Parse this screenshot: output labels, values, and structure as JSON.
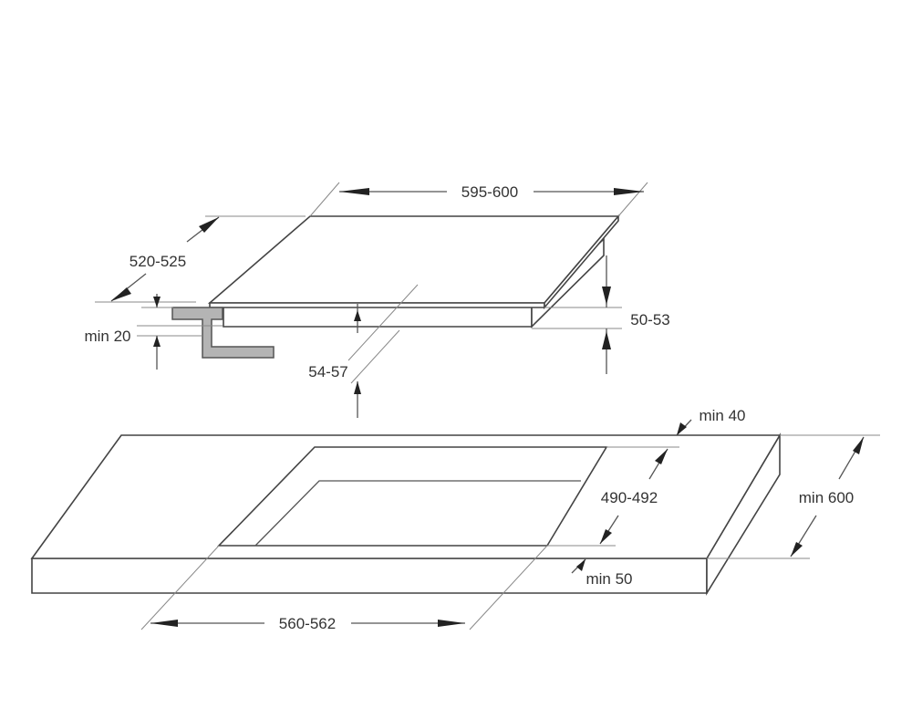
{
  "diagram": {
    "hob_dimensions": {
      "width": "595-600",
      "depth": "520-525",
      "height": "50-53",
      "min_clearance": "min 20",
      "built_in_depth": "54-57"
    },
    "cutout_dimensions": {
      "back_margin": "min 40",
      "cutout_depth": "490-492",
      "worktop_depth": "min 600",
      "front_margin": "min 50",
      "cutout_width": "560-562"
    },
    "colors": {
      "line": "#555555",
      "bracket": "#b4b4b4"
    }
  }
}
